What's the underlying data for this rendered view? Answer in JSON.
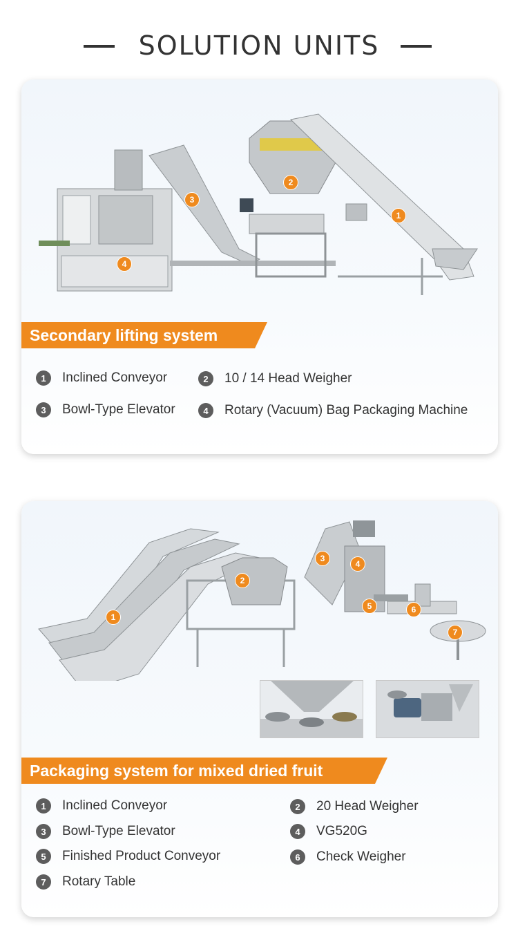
{
  "header": {
    "title": "SOLUTION UNITS"
  },
  "section1": {
    "banner": "Secondary lifting system",
    "markers": [
      "1",
      "2",
      "3",
      "4"
    ],
    "items": [
      {
        "num": "1",
        "label": "Inclined Conveyor"
      },
      {
        "num": "2",
        "label": "10 / 14 Head Weigher"
      },
      {
        "num": "3",
        "label": "Bowl-Type Elevator"
      },
      {
        "num": "4",
        "label": "Rotary (Vacuum) Bag Packaging Machine"
      }
    ]
  },
  "section2": {
    "banner": "Packaging system for mixed dried fruit",
    "markers": [
      "1",
      "2",
      "3",
      "4",
      "5",
      "6",
      "7"
    ],
    "items": [
      {
        "num": "1",
        "label": "Inclined Conveyor"
      },
      {
        "num": "2",
        "label": "20 Head Weigher"
      },
      {
        "num": "3",
        "label": "Bowl-Type Elevator"
      },
      {
        "num": "4",
        "label": "VG520G"
      },
      {
        "num": "5",
        "label": "Finished Product Conveyor"
      },
      {
        "num": "6",
        "label": "Check Weigher"
      },
      {
        "num": "7",
        "label": "Rotary Table"
      }
    ]
  },
  "colors": {
    "accent": "#ef8a1e",
    "badge": "#5d5d5d",
    "text": "#333333"
  }
}
